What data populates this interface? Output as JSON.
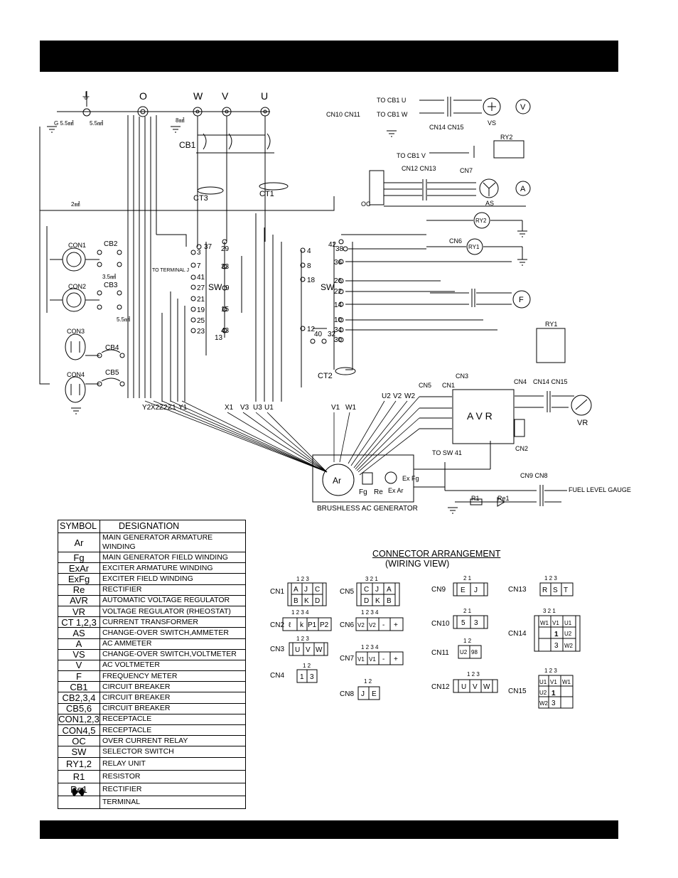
{
  "header": {
    "title": ""
  },
  "footer": {
    "text": ""
  },
  "schematic": {
    "top_terminals": [
      "⏚",
      "O",
      "W",
      "V",
      "U"
    ],
    "wire_specs": [
      "G 5.5㎟",
      "5.5㎟",
      "8㎟",
      "2㎟",
      "3.5㎟",
      "5.5㎟"
    ],
    "breakers": [
      "CB1",
      "CB2",
      "CB3",
      "CB4",
      "CB5"
    ],
    "receptacles": [
      "CON1",
      "CON2",
      "CON3",
      "CON4"
    ],
    "current_transformers": [
      "CT1",
      "CT2",
      "CT3"
    ],
    "selector_switch": "SW",
    "sw_terminals_left": [
      "37",
      "3",
      "7",
      "41",
      "27",
      "21",
      "19",
      "25",
      "23",
      "13"
    ],
    "sw_terminals_mid": [
      "29",
      "33",
      "9",
      "15",
      "43"
    ],
    "sw_terminals_right": [
      "4",
      "8",
      "18",
      "12",
      "40",
      "32"
    ],
    "sw_terminals_far": [
      "42",
      "38",
      "36",
      "26",
      "22",
      "14",
      "10",
      "34",
      "30"
    ],
    "connectors_top": [
      "CN10 CN11",
      "CN14 CN15",
      "CN12 CN13",
      "CN7",
      "CN6"
    ],
    "relays": [
      "RY1",
      "RY2"
    ],
    "meters": [
      "V",
      "A",
      "F",
      "VS",
      "AS",
      "VR"
    ],
    "avr_label": "A V R",
    "avr_pins": [
      "CN5",
      "CN1",
      "CN3",
      "CN4",
      "CN14 CN15",
      "CN2"
    ],
    "bottom_wires_left": [
      "Y2",
      "X2",
      "Z2",
      "Z1",
      "Y1"
    ],
    "bottom_wires_mid": [
      "X1",
      "V3",
      "U3",
      "U1"
    ],
    "bottom_wires_right": [
      "V1",
      "W1",
      "U2",
      "V2",
      "W2"
    ],
    "generator_parts": [
      "Ar",
      "Fg",
      "Re",
      "Ex Ar",
      "Ex Fg"
    ],
    "generator_label": "BRUSHLESS AC GENERATOR",
    "oc_label": "OC",
    "to_labels": [
      "TO CB1 U",
      "TO CB1 W",
      "TO CB1 V",
      "TO TERMINAL J",
      "TO SW 41"
    ],
    "fuel": {
      "connectors": "CN9 CN8",
      "label": "FUEL LEVEL GAUGE",
      "r1": "R1",
      "re1": "Re1"
    }
  },
  "legend": {
    "header_symbol": "SYMBOL",
    "header_designation": "DESIGNATION",
    "rows": [
      {
        "symbol": "Ar",
        "designation": "MAIN GENERATOR ARMATURE WINDING"
      },
      {
        "symbol": "Fg",
        "designation": "MAIN GENERATOR FIELD WINDING"
      },
      {
        "symbol": "ExAr",
        "designation": "EXCITER ARMATURE WINDING"
      },
      {
        "symbol": "ExFg",
        "designation": "EXCITER FIELD WINDING"
      },
      {
        "symbol": "Re",
        "designation": "RECTIFIER"
      },
      {
        "symbol": "AVR",
        "designation": "AUTOMATIC VOLTAGE REGULATOR"
      },
      {
        "symbol": "VR",
        "designation": "VOLTAGE REGULATOR (RHEOSTAT)"
      },
      {
        "symbol": "CT 1,2,3",
        "designation": "CURRENT TRANSFORMER"
      },
      {
        "symbol": "AS",
        "designation": "CHANGE-OVER SWITCH,AMMETER"
      },
      {
        "symbol": "A",
        "designation": "AC AMMETER"
      },
      {
        "symbol": "VS",
        "designation": "CHANGE-OVER SWITCH,VOLTMETER"
      },
      {
        "symbol": "V",
        "designation": "AC VOLTMETER"
      },
      {
        "symbol": "F",
        "designation": "FREQUENCY METER"
      },
      {
        "symbol": "CB1",
        "designation": "CIRCUIT BREAKER"
      },
      {
        "symbol": "CB2,3,4",
        "designation": "CIRCUIT BREAKER"
      },
      {
        "symbol": "CB5,6",
        "designation": "CIRCUIT BREAKER"
      },
      {
        "symbol": "CON1,2,3",
        "designation": "RECEPTACLE"
      },
      {
        "symbol": "CON4,5",
        "designation": "RECEPTACLE"
      },
      {
        "symbol": "OC",
        "designation": "OVER CURRENT RELAY"
      },
      {
        "symbol": "SW",
        "designation": "SELECTOR SWITCH"
      },
      {
        "symbol": "RY1,2",
        "designation": "RELAY UNIT"
      },
      {
        "symbol": "R1",
        "designation": "RESISTOR"
      },
      {
        "symbol": "Re1",
        "designation": "RECTIFIER"
      },
      {
        "symbol": "",
        "designation": "TERMINAL"
      }
    ]
  },
  "connectors": {
    "title": "CONNECTOR ARRANGEMENT",
    "subtitle": "(WIRING VIEW)",
    "items": [
      {
        "name": "CN1",
        "pins": "1 2 3",
        "cells": [
          "A",
          "J",
          "C",
          "B",
          "K",
          "D"
        ]
      },
      {
        "name": "CN2",
        "pins": "1 2 3 4",
        "cells": [
          "ℓ",
          "k",
          "P1",
          "P2"
        ]
      },
      {
        "name": "CN3",
        "pins": "1 2 3",
        "cells": [
          "U",
          "V",
          "W"
        ]
      },
      {
        "name": "CN4",
        "pins": "1 2",
        "cells": [
          "1",
          "3"
        ]
      },
      {
        "name": "CN5",
        "pins": "3 2 1",
        "cells": [
          "C",
          "J",
          "A",
          "D",
          "K",
          "B"
        ]
      },
      {
        "name": "CN6",
        "pins": "1 2 3 4",
        "cells": [
          "V2",
          "V2",
          "-",
          "+"
        ]
      },
      {
        "name": "CN7",
        "pins": "1 2 3 4",
        "cells": [
          "V1",
          "V1",
          "-",
          "+"
        ]
      },
      {
        "name": "CN8",
        "pins": "1 2",
        "cells": [
          "J",
          "E"
        ]
      },
      {
        "name": "CN9",
        "pins": "2 1",
        "cells": [
          "E",
          "J"
        ]
      },
      {
        "name": "CN10",
        "pins": "2 1",
        "cells": [
          "5",
          "3"
        ]
      },
      {
        "name": "CN11",
        "pins": "1 2",
        "cells": [
          "U2",
          "98"
        ]
      },
      {
        "name": "CN12",
        "pins": "1 2 3",
        "cells": [
          "U",
          "V",
          "W"
        ]
      },
      {
        "name": "CN13",
        "pins": "1 2 3",
        "cells": [
          "R",
          "S",
          "T"
        ]
      },
      {
        "name": "CN14",
        "pins": "3 2 1",
        "cells": [
          "W1",
          "V1",
          "U1",
          "",
          "1",
          "U2",
          "",
          "3",
          "W2"
        ]
      },
      {
        "name": "CN15",
        "pins": "1 2 3",
        "cells": [
          "U1",
          "V1",
          "W1",
          "U2",
          "1",
          "",
          "W2",
          "3",
          ""
        ]
      }
    ]
  }
}
